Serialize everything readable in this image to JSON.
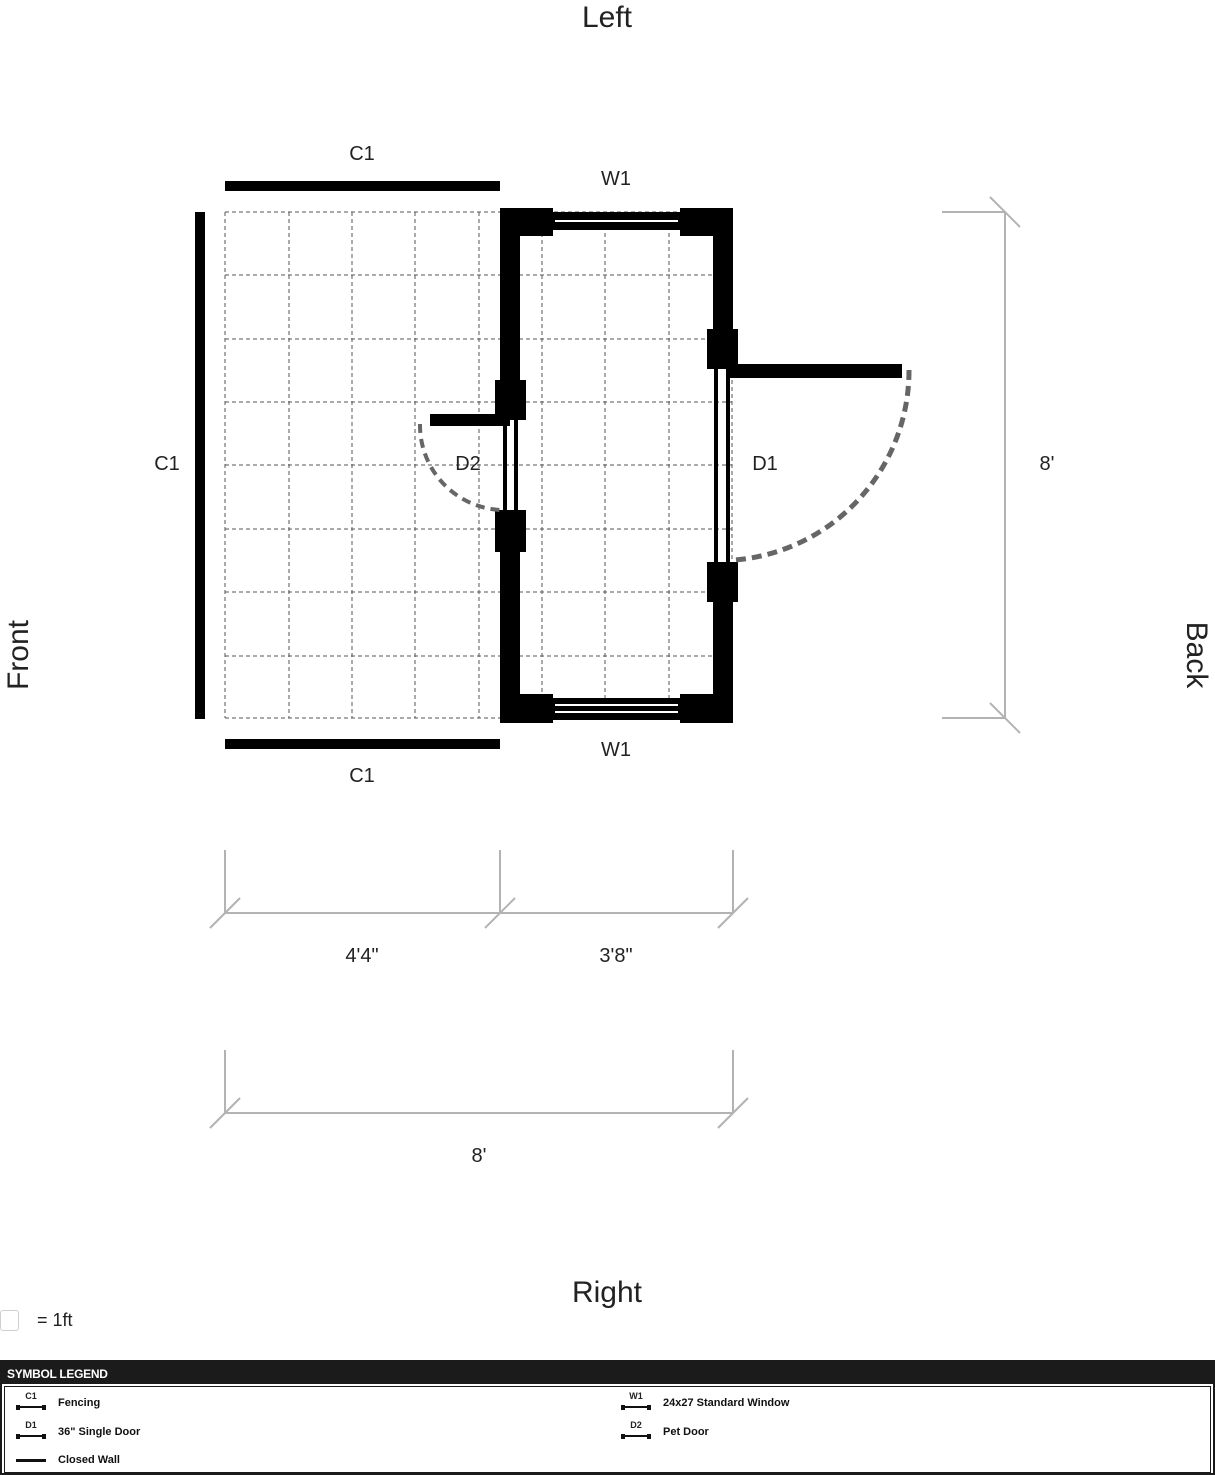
{
  "sides": {
    "top": "Left",
    "bottom": "Right",
    "left": "Front",
    "right": "Back"
  },
  "labels": {
    "fence_top": "C1",
    "fence_bottom": "C1",
    "fence_left": "C1",
    "window_top": "W1",
    "window_bottom": "W1",
    "door_main": "D1",
    "door_pet": "D2"
  },
  "dimensions": {
    "vertical": "8'",
    "segment_left": "4'4\"",
    "segment_right": "3'8\"",
    "total": "8'"
  },
  "scale": {
    "text": "= 1ft"
  },
  "legend": {
    "title": "SYMBOL LEGEND",
    "items": [
      {
        "code": "C1",
        "label": "Fencing"
      },
      {
        "code": "W1",
        "label": "24x27 Standard Window"
      },
      {
        "code": "D1",
        "label": "36\" Single Door"
      },
      {
        "code": "D2",
        "label": "Pet Door"
      },
      {
        "code": "",
        "label": "Closed Wall"
      }
    ]
  },
  "colors": {
    "wall": "#000000",
    "dimension": "#b3b3b3",
    "grid": "#555555",
    "swing": "#666666"
  }
}
